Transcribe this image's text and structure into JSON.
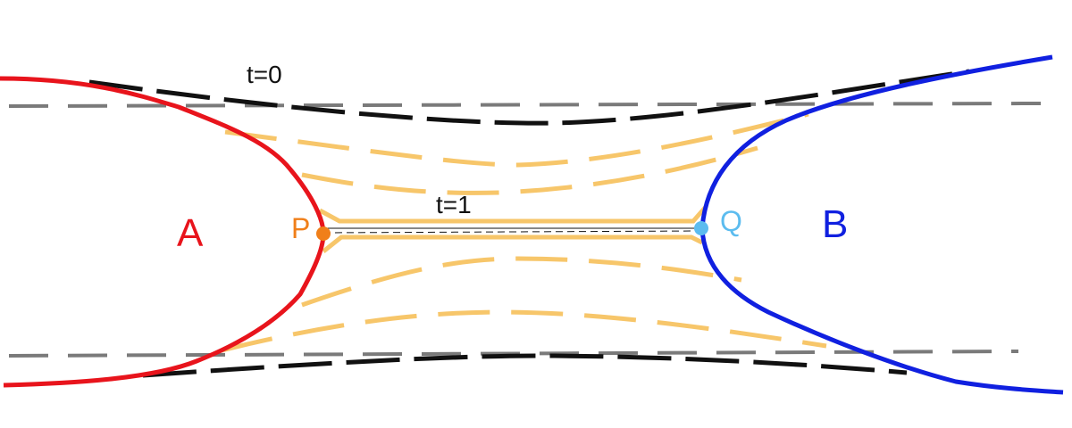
{
  "colors": {
    "set_a": "#e8141c",
    "set_b": "#1020e0",
    "point_p": "#f07f1a",
    "point_q": "#5cbcef",
    "interpolation": "#f7c66a",
    "boundary_t0": "#111111",
    "asymptote": "#7a7a7a",
    "segment_pq": "#111111"
  },
  "labels": {
    "t0": "t=0",
    "t1": "t=1",
    "set_a": "A",
    "set_b": "B",
    "point_p": "P",
    "point_q": "Q"
  }
}
